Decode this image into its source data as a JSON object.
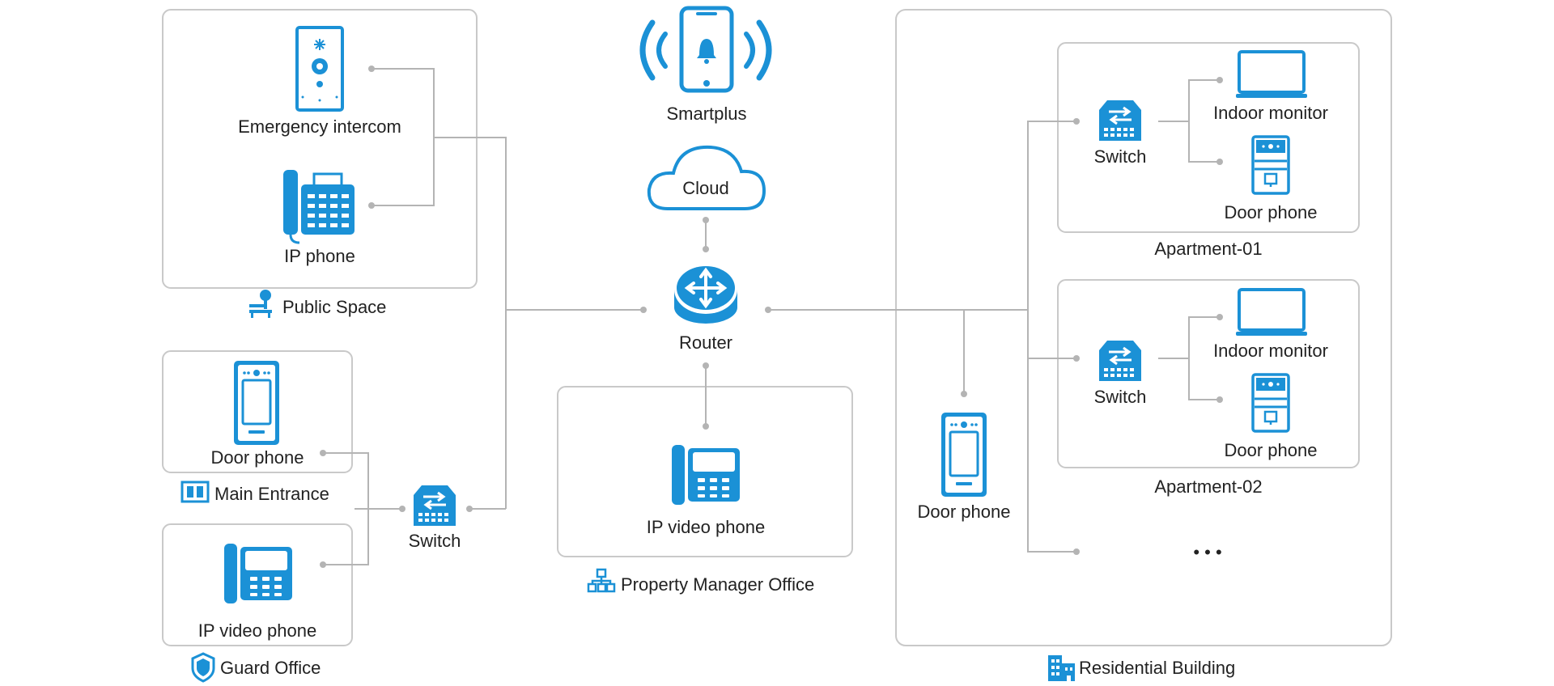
{
  "colors": {
    "accent": "#1b91d6",
    "line": "#b4b4b4",
    "box_border": "#c9c9c9"
  },
  "groups": {
    "public_space": "Public Space",
    "main_entrance": "Main Entrance",
    "guard_office": "Guard Office",
    "property_manager_office": "Property Manager Office",
    "residential_building": "Residential Building",
    "apartment_01": "Apartment-01",
    "apartment_02": "Apartment-02"
  },
  "devices": {
    "smartplus": "Smartplus",
    "cloud": "Cloud",
    "router": "Router",
    "emergency_intercom": "Emergency intercom",
    "public_ip_phone": "IP phone",
    "entrance_door_phone": "Door phone",
    "guard_ip_video_phone": "IP video phone",
    "left_switch": "Switch",
    "pm_ip_video_phone": "IP video phone",
    "building_door_phone": "Door phone",
    "apt1_switch": "Switch",
    "apt1_indoor_monitor": "Indoor monitor",
    "apt1_door_phone": "Door phone",
    "apt2_switch": "Switch",
    "apt2_indoor_monitor": "Indoor monitor",
    "apt2_door_phone": "Door phone",
    "more": "• • •"
  },
  "icons": [
    "smartphone-bell-icon",
    "cloud-icon",
    "router-icon",
    "emergency-intercom-icon",
    "desk-phone-icon",
    "door-phone-icon",
    "video-phone-icon",
    "switch-icon",
    "indoor-monitor-icon",
    "building-icon",
    "shield-icon",
    "door-icon",
    "park-bench-icon",
    "org-chart-icon"
  ]
}
